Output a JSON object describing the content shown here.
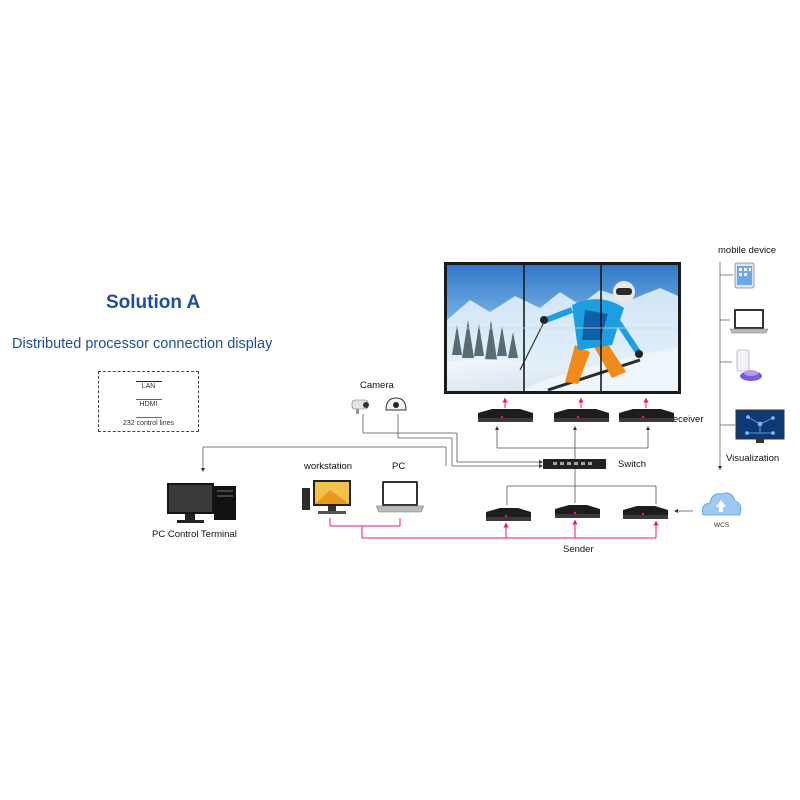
{
  "title": "Solution A",
  "subtitle": "Distributed processor connection display",
  "legend": {
    "items": [
      {
        "label": "LAN",
        "color": "#222222"
      },
      {
        "label": "HDMI",
        "color": "#e3197b"
      },
      {
        "label": "232 control lines",
        "color": "#00a650"
      }
    ]
  },
  "labels": {
    "camera": "Camera",
    "receiver": "Receiver",
    "switch": "Switch",
    "workstation": "workstation",
    "pc": "PC",
    "pc_control_terminal": "PC Control Terminal",
    "sender": "Sender",
    "mobile_device": "mobile device",
    "visualization": "Visualization",
    "wcs": "WCS"
  },
  "video_wall": {
    "rows": 2,
    "cols": 3
  },
  "colors": {
    "title": "#1f4e96",
    "lan": "#222222",
    "hdmi": "#e3197b",
    "control": "#00a650",
    "wall_bezel": "#1a1a1a"
  }
}
